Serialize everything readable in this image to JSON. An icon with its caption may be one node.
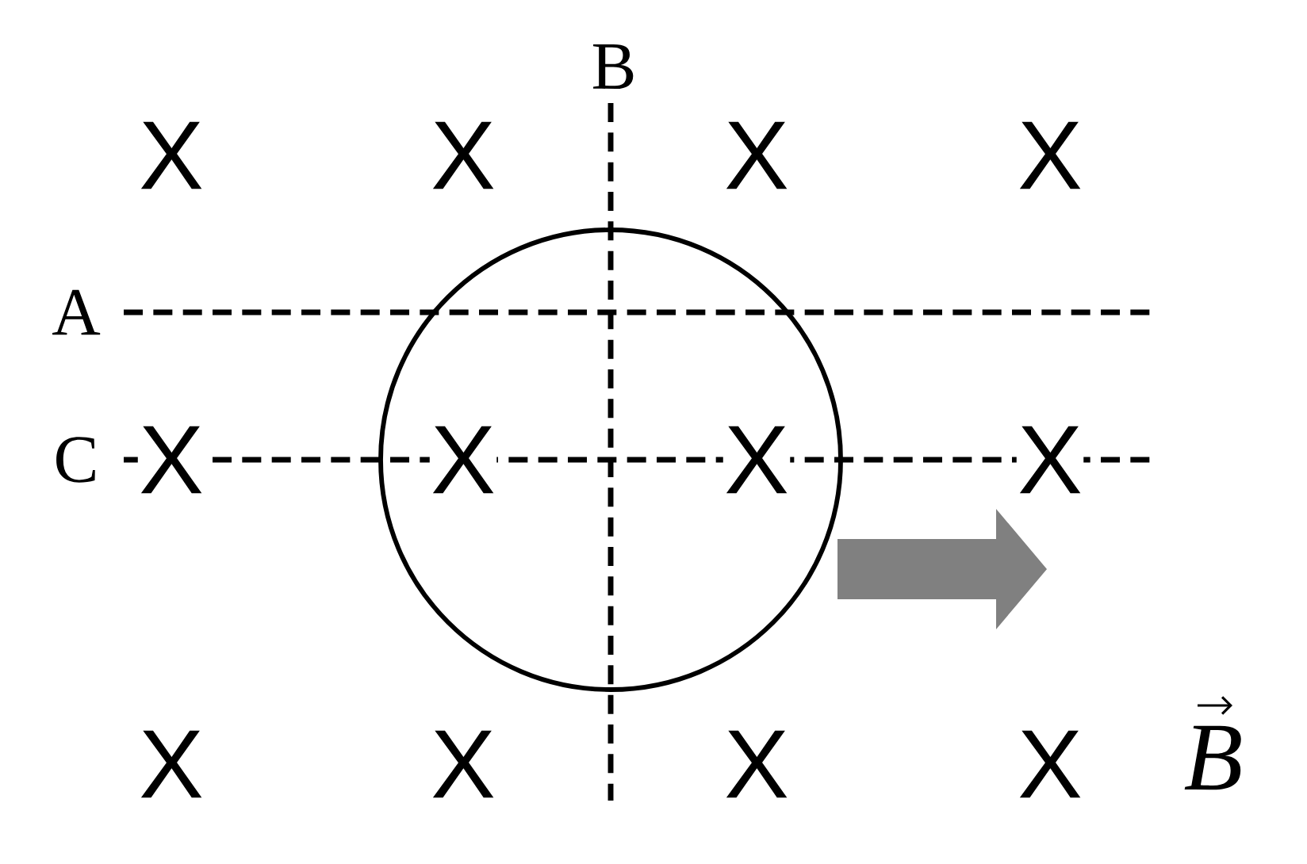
{
  "diagram": {
    "labels": [
      "B",
      "X",
      "X",
      "X",
      "X",
      "A",
      "C",
      "X",
      "X",
      "X",
      "X",
      "X",
      "X",
      "X",
      "X",
      "B"
    ]
  }
}
